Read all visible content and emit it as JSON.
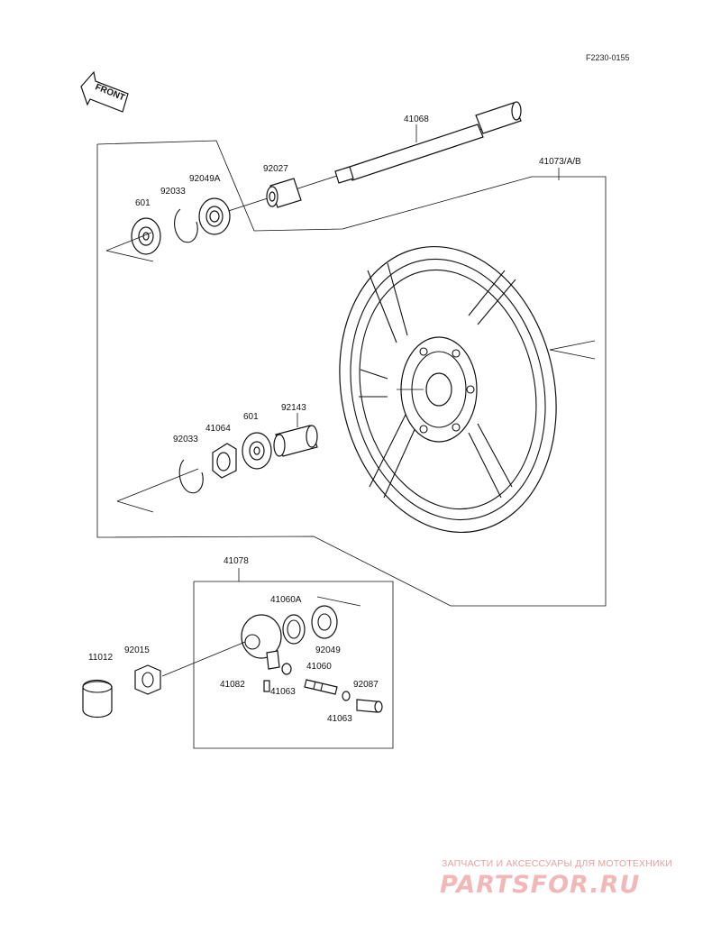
{
  "diagram_code": "F2230-0155",
  "front_arrow_label": "FRONT",
  "parts": {
    "axle": "41068",
    "wheel": "41073/A/B",
    "collar_left": "92027",
    "bearing_left_a": "92049A",
    "circlip_left": "92033",
    "bearing_left": "601",
    "collar_mid": "92143",
    "bearing_right": "601",
    "retainer": "41064",
    "circlip_right": "92033",
    "meter_gear_assy": "41078",
    "gear_60a": "41060A",
    "seal": "92049",
    "pinion": "41060",
    "bushing": "92087",
    "washer_a": "41063",
    "washer_b": "41063",
    "pin": "41082",
    "nut": "92015",
    "cap": "11012"
  },
  "watermark": {
    "tagline": "ЗАПЧАСТИ И АКСЕССУАРЫ ДЛЯ МОТОТЕХНИКИ",
    "brand": "PARTSFOR.RU"
  }
}
